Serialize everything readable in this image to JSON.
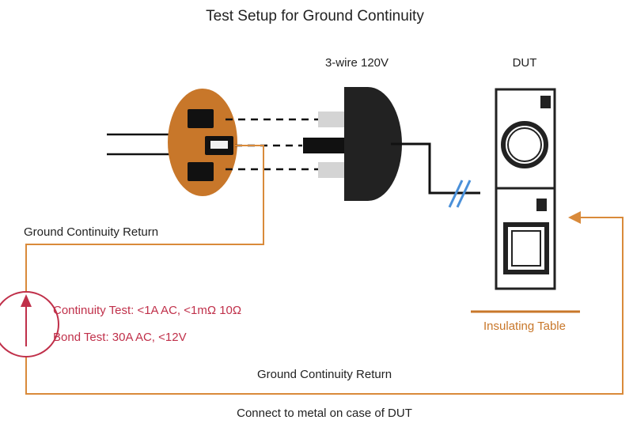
{
  "title": "Test Setup for Ground Continuity",
  "labels": {
    "plug": "3-wire 120V",
    "dut": "DUT",
    "insulating_table": "Insulating Table",
    "ground_return_left": "Ground Continuity Return",
    "ground_return_bottom": "Ground Continuity Return",
    "connect_note": "Connect to metal on case of DUT"
  },
  "test_specs": {
    "continuity": "Continuity Test: <1A AC, <1mΩ 10Ω",
    "bond": "Bond Test: 30A AC, <12V"
  },
  "colors": {
    "return_wire": "#d98a3a",
    "outlet_fill": "#c8772a",
    "source_circle": "#c0304a",
    "spec_text": "#c0304a",
    "table_text": "#c8772a",
    "break_mark": "#4a90d9",
    "wire": "#111111"
  },
  "icons": {
    "source": "current-source-arrow-icon",
    "break": "cable-break-icon"
  }
}
